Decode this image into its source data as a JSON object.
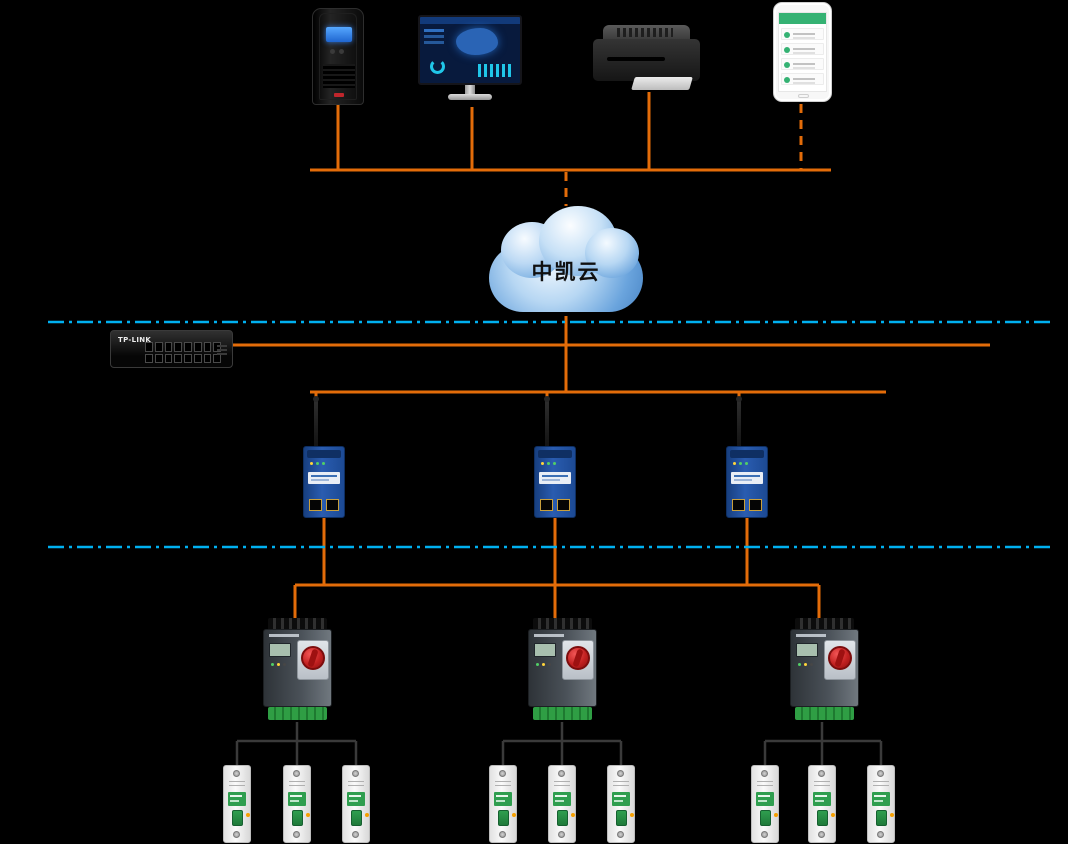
{
  "background": "#000000",
  "colors": {
    "bus-orange": "#E36C09",
    "divider-cyan": "#00B0F0",
    "branch-dark": "#3a3a3a",
    "gateway-blue": "#2a5cb0",
    "controller-knob-red": "#c22121",
    "breaker-green": "#2f9e4f",
    "cloud-blue": "#7db1e3"
  },
  "cloud": {
    "label": "中凯云"
  },
  "switch": {
    "brand": "TP-LINK"
  },
  "diagram": {
    "type": "network-topology",
    "tiers": [
      {
        "name": "client-layer",
        "nodes": [
          "ups",
          "monitoring-workstation",
          "printer",
          "mobile-app"
        ]
      },
      {
        "name": "cloud-layer",
        "nodes": [
          "zhongkai-cloud"
        ]
      },
      {
        "name": "network-layer",
        "nodes": [
          "ethernet-switch",
          "wireless-gateway-1",
          "wireless-gateway-2",
          "wireless-gateway-3"
        ]
      },
      {
        "name": "controller-layer",
        "nodes": [
          "smart-controller-1",
          "smart-controller-2",
          "smart-controller-3"
        ]
      },
      {
        "name": "breaker-layer",
        "nodes": [
          "circuit-breaker-1",
          "circuit-breaker-2",
          "circuit-breaker-3",
          "circuit-breaker-4",
          "circuit-breaker-5",
          "circuit-breaker-6",
          "circuit-breaker-7",
          "circuit-breaker-8",
          "circuit-breaker-9"
        ]
      }
    ]
  }
}
